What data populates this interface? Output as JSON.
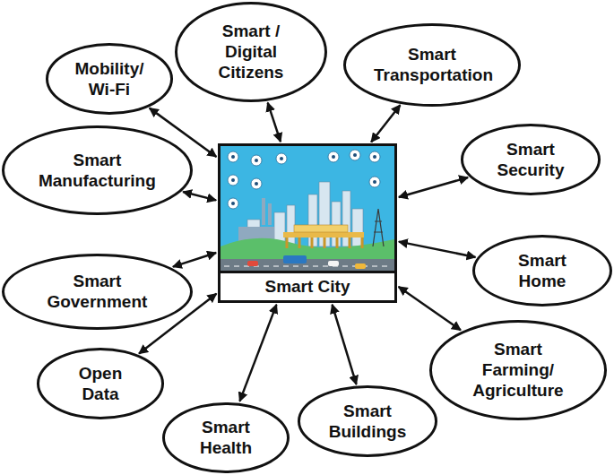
{
  "diagram": {
    "nodes": [
      {
        "text": [
          "Smart / Digital Citizens"
        ]
      },
      {
        "text": [
          "Mobility/ Wi-Fi"
        ]
      },
      {
        "text": [
          "Smart Transportation"
        ]
      },
      {
        "text": [
          "Smart Manufacturing"
        ]
      },
      {
        "text": [
          "Smart Security"
        ]
      },
      {
        "text": [
          "Smart City"
        ]
      },
      {
        "text": [
          "Smart Home"
        ]
      },
      {
        "text": [
          "Smart Government"
        ]
      },
      {
        "text": [
          "Smart Farming/ Agriculture"
        ]
      },
      {
        "text": [
          "Open Data"
        ]
      },
      {
        "text": [
          "Smart Buildings"
        ]
      },
      {
        "text": [
          "Smart Health"
        ]
      }
    ],
    "edges": [
      {
        "from": 5,
        "to": 0,
        "arrow": "both"
      },
      {
        "from": 5,
        "to": 1,
        "arrow": "both"
      },
      {
        "from": 5,
        "to": 2,
        "arrow": "both"
      },
      {
        "from": 5,
        "to": 3,
        "arrow": "both"
      },
      {
        "from": 5,
        "to": 4,
        "arrow": "both"
      },
      {
        "from": 5,
        "to": 6,
        "arrow": "both"
      },
      {
        "from": 5,
        "to": 7,
        "arrow": "both"
      },
      {
        "from": 5,
        "to": 8,
        "arrow": "both"
      },
      {
        "from": 5,
        "to": 9,
        "arrow": "both"
      },
      {
        "from": 5,
        "to": 10,
        "arrow": "both"
      },
      {
        "from": 5,
        "to": 11,
        "arrow": "both"
      }
    ]
  }
}
